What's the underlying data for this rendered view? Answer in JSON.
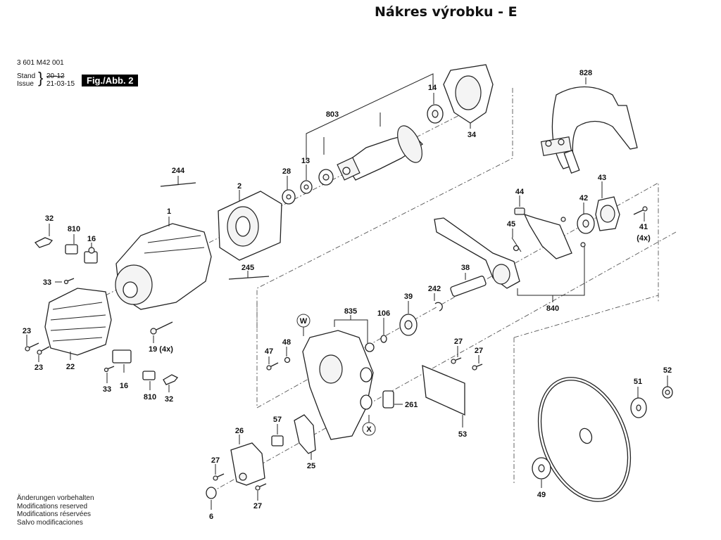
{
  "header": {
    "title": "Nákres výrobku - E",
    "product_code": "3 601 M42 001",
    "stand_label": "Stand",
    "issue_label": "Issue",
    "stand_date_struck": "20-12",
    "issue_date": "21-03-15",
    "figure_label": "Fig./Abb. 2"
  },
  "footer": {
    "notes": [
      "Änderungen vorbehalten",
      "Modifications reserved",
      "Modifications réservées",
      "Salvo modificaciones"
    ]
  },
  "callouts": {
    "p828": "828",
    "p803": "803",
    "p14": "14",
    "p34": "34",
    "p13": "13",
    "p28": "28",
    "p244": "244",
    "p2": "2",
    "p1": "1",
    "p245": "245",
    "p32a": "32",
    "p810a": "810",
    "p16a": "16",
    "p33a": "33",
    "p23a": "23",
    "p23b": "23",
    "p22": "22",
    "p19": "19 (4x)",
    "p33b": "33",
    "p16b": "16",
    "p810b": "810",
    "p32b": "32",
    "p43": "43",
    "p44": "44",
    "p42": "42",
    "p41": "41",
    "p41q": "(4x)",
    "p45": "45",
    "p38": "38",
    "p242": "242",
    "p39": "39",
    "p840": "840",
    "p835": "835",
    "p106": "106",
    "pW": "W",
    "p47": "47",
    "p48": "48",
    "p27a": "27",
    "p27b": "27",
    "p261": "261",
    "pX": "X",
    "p53": "53",
    "p57": "57",
    "p26": "26",
    "p25": "25",
    "p27c": "27",
    "p27d": "27",
    "p6": "6",
    "p51": "51",
    "p52": "52",
    "p49": "49"
  }
}
